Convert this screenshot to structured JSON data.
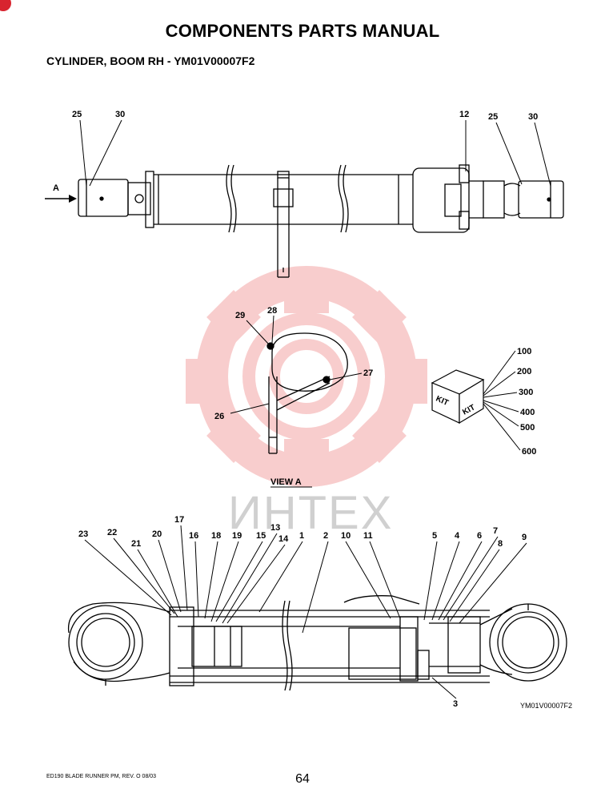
{
  "header": {
    "title": "COMPONENTS PARTS MANUAL",
    "subtitle": "CYLINDER, BOOM RH - YM01V00007F2"
  },
  "diagram": {
    "top_view": {
      "callouts": [
        "25",
        "30",
        "12",
        "25",
        "30"
      ],
      "arrow_label": "A"
    },
    "view_a": {
      "callouts": [
        "29",
        "28",
        "27",
        "26"
      ],
      "label": "VIEW   A"
    },
    "kit": {
      "box_text": "KIT",
      "callouts": [
        "100",
        "200",
        "300",
        "400",
        "500",
        "600"
      ]
    },
    "section_view": {
      "callouts": [
        "17",
        "13",
        "23",
        "22",
        "20",
        "16",
        "18",
        "19",
        "15",
        "14",
        "1",
        "2",
        "10",
        "11",
        "5",
        "4",
        "6",
        "7",
        "8",
        "9",
        "21",
        "3"
      ],
      "part_reference": "YM01V00007F2"
    },
    "watermark": {
      "text": "ИНТЕХ",
      "logo_color": "#f4a6a6"
    }
  },
  "footer": {
    "left": "ED190 BLADE RUNNER PM,  REV. O  08/03",
    "page": "64"
  },
  "colors": {
    "accent": "#d8242f",
    "line": "#000000"
  }
}
